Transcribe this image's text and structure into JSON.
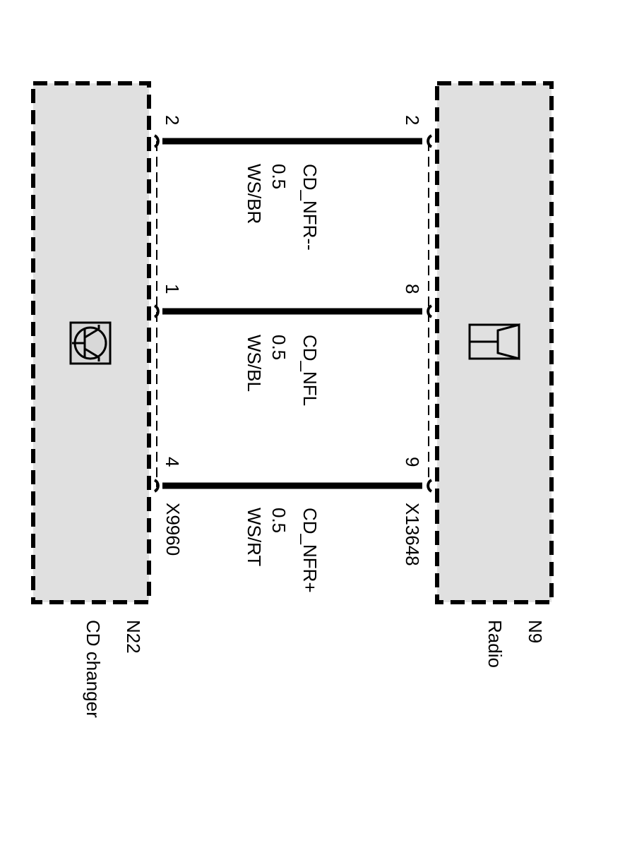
{
  "components": {
    "radio": {
      "id": "N9",
      "name": "Radio",
      "connector": "X13648"
    },
    "cd_changer": {
      "id": "N22",
      "name": "CD changer",
      "connector": "X9960"
    }
  },
  "wires": [
    {
      "signal": "CD_NFR--",
      "gauge": "0.5",
      "color": "WS/BR",
      "pin_radio": "2",
      "pin_cd": "2"
    },
    {
      "signal": "CD_NFL",
      "gauge": "0.5",
      "color": "WS/BL",
      "pin_radio": "8",
      "pin_cd": "1"
    },
    {
      "signal": "CD_NFR+",
      "gauge": "0.5",
      "color": "WS/RT",
      "pin_radio": "9",
      "pin_cd": "4"
    }
  ],
  "icons": {
    "radio": "speaker-icon",
    "cd_changer": "transistor-icon"
  },
  "colors": {
    "box_fill": "#e0e0e0",
    "line": "#000000"
  }
}
